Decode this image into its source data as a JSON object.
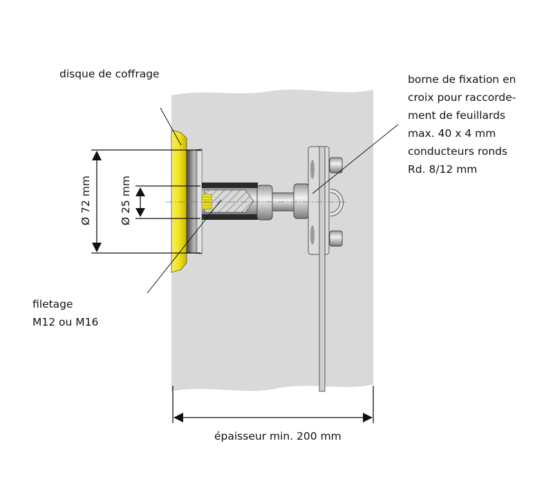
{
  "labels": {
    "disc": "disque de coffrage",
    "clamp": [
      "borne de fixation en",
      "croix pour raccorde-",
      "ment de feuillards",
      "max. 40 x 4 mm",
      "conducteurs ronds",
      "Rd. 8/12 mm"
    ],
    "thread": [
      "filetage",
      "M12 ou M16"
    ],
    "thickness": "épaisseur min. 200 mm",
    "dia_outer": "Ø 72 mm",
    "dia_inner": "Ø 25 mm"
  },
  "colors": {
    "wall": "#d9d9d9",
    "disc": "#f2e21a",
    "metal": "#c8c8c8"
  }
}
